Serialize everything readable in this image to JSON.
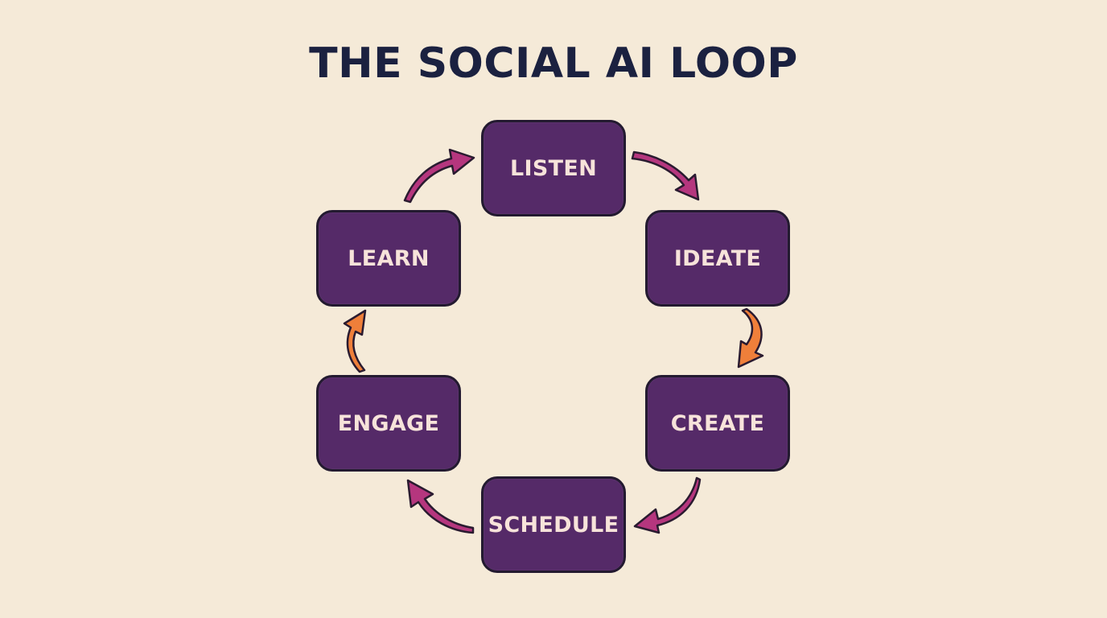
{
  "title": "THE SOCIAL AI LOOP",
  "colors": {
    "background": "#f5ead8",
    "node_fill": "#552a68",
    "node_border": "#231a30",
    "node_text": "#f7e3da",
    "title_text": "#1b2140",
    "arrow_magenta": "#b5367e",
    "arrow_orange": "#ef7f3a"
  },
  "nodes": [
    {
      "id": "listen",
      "label": "LISTEN"
    },
    {
      "id": "ideate",
      "label": "IDEATE"
    },
    {
      "id": "create",
      "label": "CREATE"
    },
    {
      "id": "schedule",
      "label": "SCHEDULE"
    },
    {
      "id": "engage",
      "label": "ENGAGE"
    },
    {
      "id": "learn",
      "label": "LEARN"
    }
  ],
  "edges": [
    {
      "from": "listen",
      "to": "ideate",
      "color": "magenta"
    },
    {
      "from": "ideate",
      "to": "create",
      "color": "orange"
    },
    {
      "from": "create",
      "to": "schedule",
      "color": "magenta"
    },
    {
      "from": "schedule",
      "to": "engage",
      "color": "magenta"
    },
    {
      "from": "engage",
      "to": "learn",
      "color": "orange"
    },
    {
      "from": "learn",
      "to": "listen",
      "color": "magenta"
    }
  ]
}
